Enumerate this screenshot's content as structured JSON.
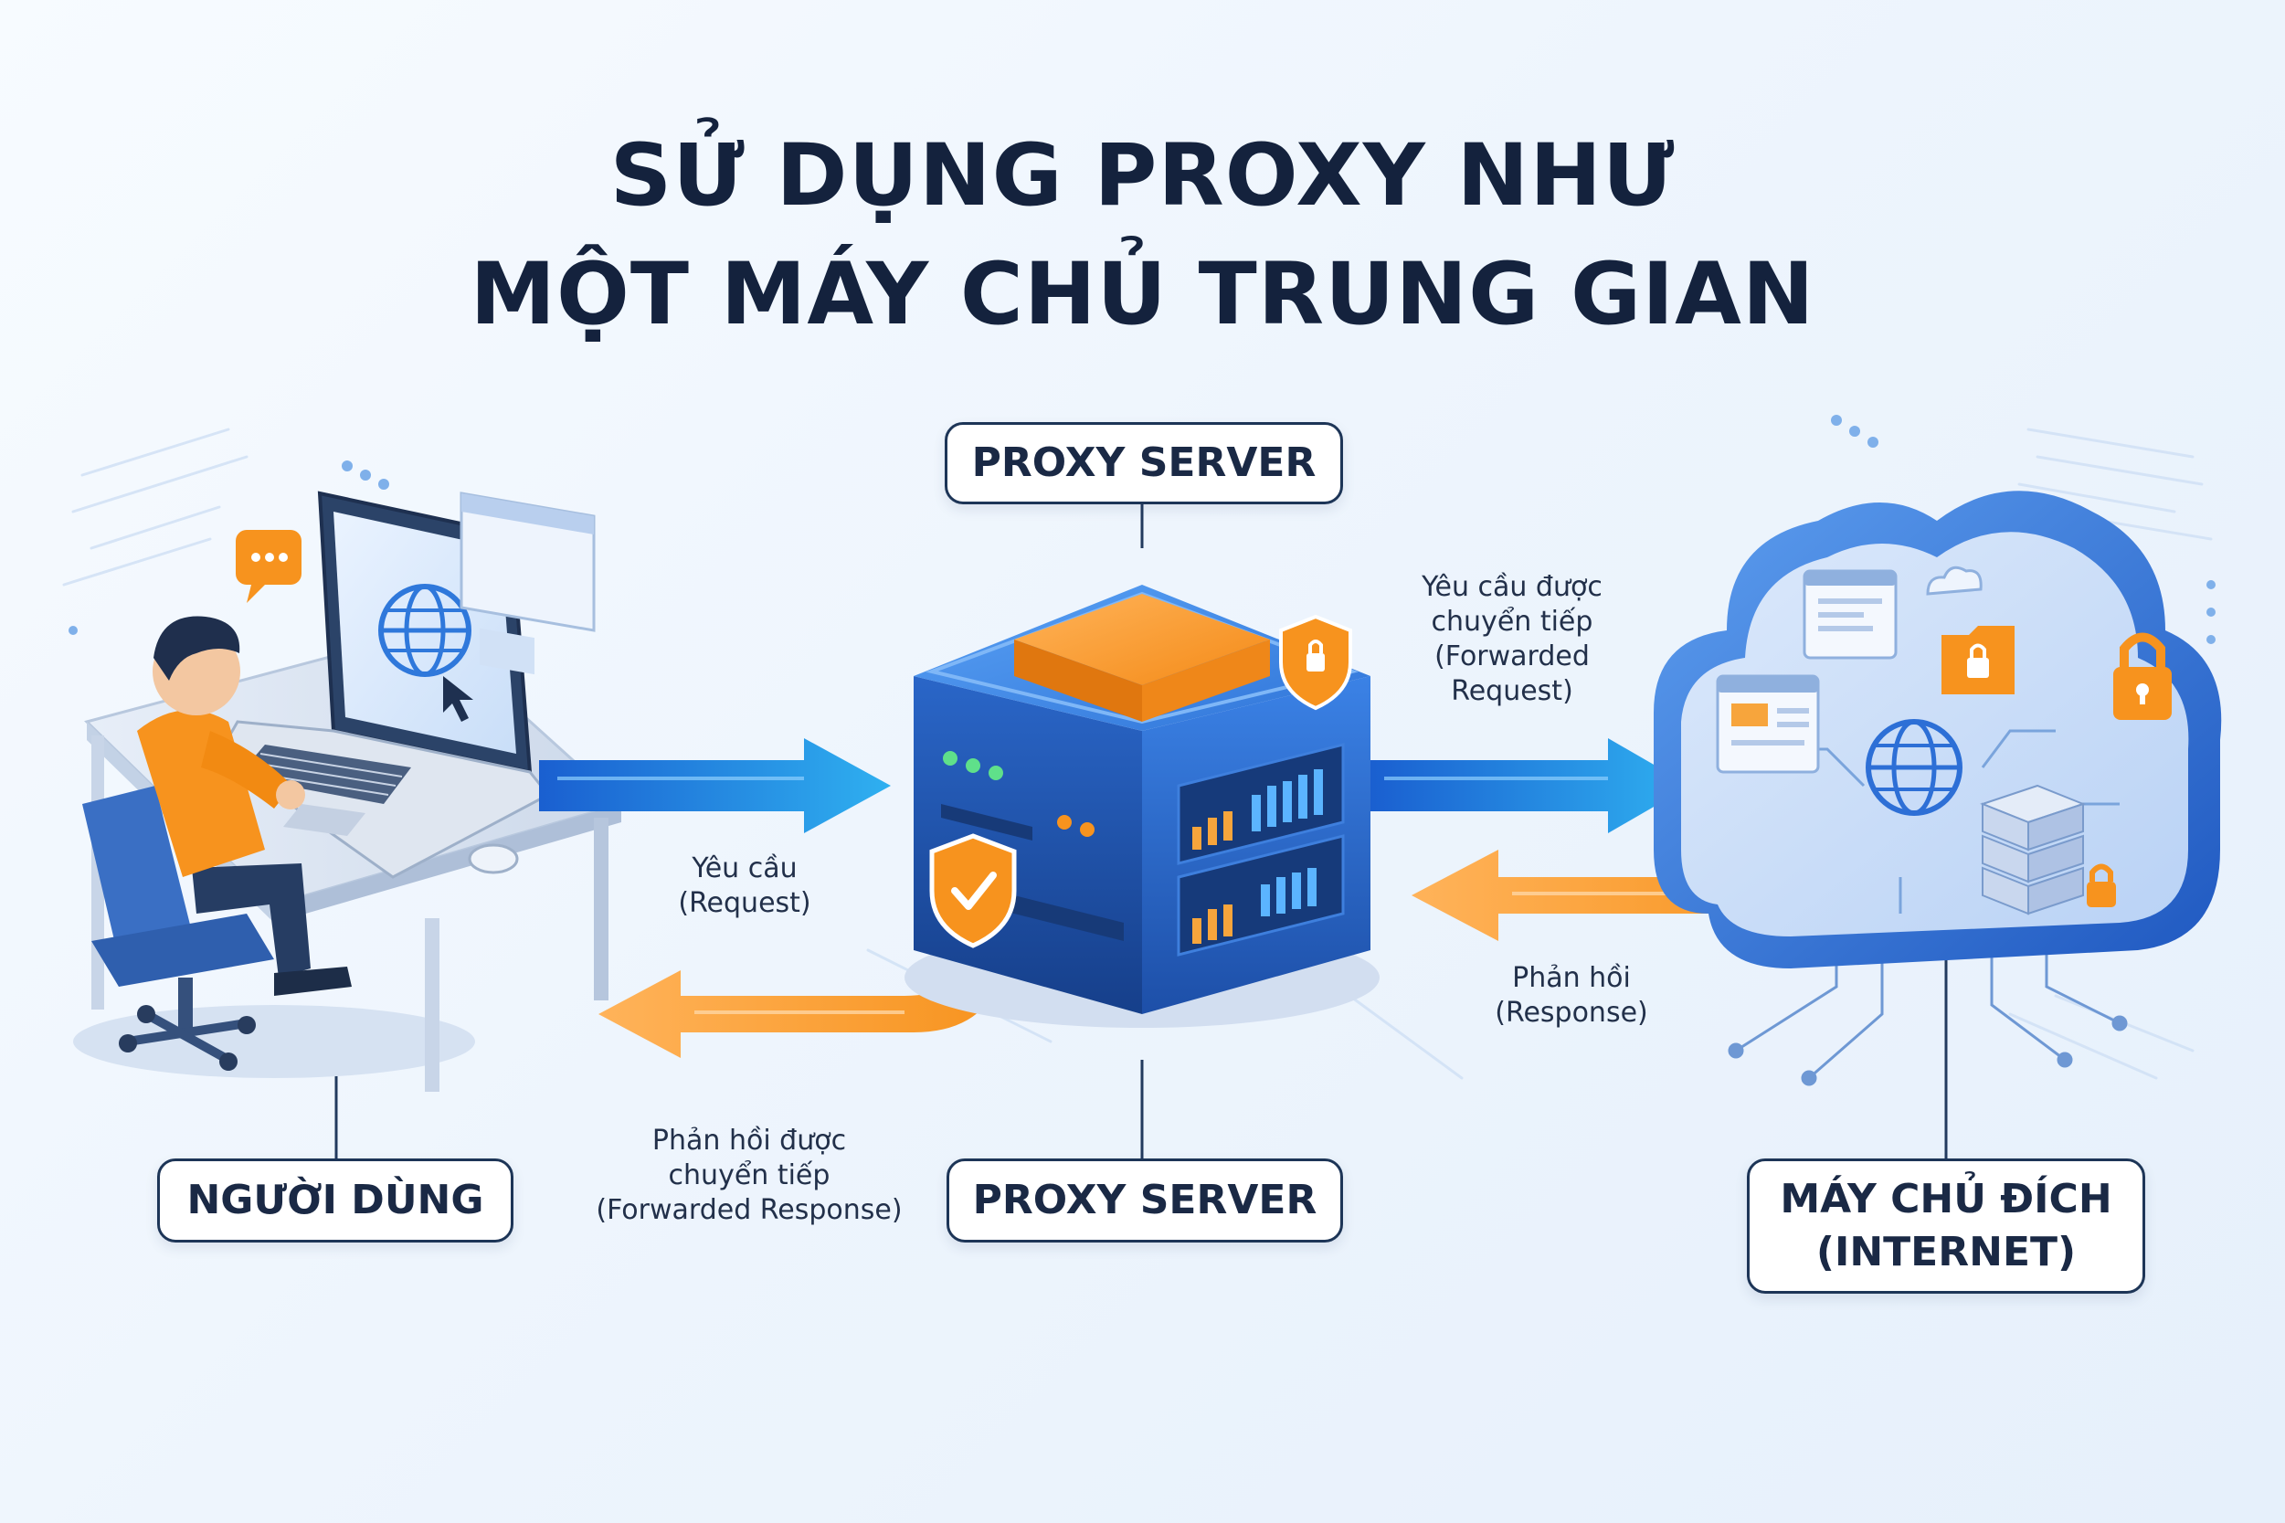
{
  "title": {
    "line1": "SỬ DỤNG PROXY NHƯ",
    "line2": "MỘT MÁY CHỦ TRUNG GIAN"
  },
  "nodes": {
    "proxy_top": "PROXY SERVER",
    "proxy_bottom": "PROXY SERVER",
    "user": "NGƯỜI DÙNG",
    "target_line1": "MÁY CHỦ ĐÍCH",
    "target_line2": "(INTERNET)"
  },
  "flows": {
    "request": {
      "line1": "Yêu cầu",
      "line2": "(Request)"
    },
    "forwarded_request": {
      "line1": "Yêu cầu được",
      "line2": "chuyển tiếp",
      "line3": "(Forwarded",
      "line4": "Request)"
    },
    "response": {
      "line1": "Phản hồi",
      "line2": "(Response)"
    },
    "forwarded_response": {
      "line1": "Phản hồi được",
      "line2": "chuyển tiếp",
      "line3": "(Forwarded Response)"
    }
  },
  "colors": {
    "request_arrow": "#1f7be0",
    "response_arrow": "#f7931e",
    "server_body": "#2d6fd6",
    "server_top": "#f89a2c",
    "accent_orange": "#f7931e",
    "label_border": "#1d3557"
  },
  "icons": {
    "globe": "globe-icon",
    "shield": "shield-check-icon",
    "lock": "lock-icon",
    "chat": "chat-bubble-icon",
    "cloud": "cloud-icon"
  }
}
